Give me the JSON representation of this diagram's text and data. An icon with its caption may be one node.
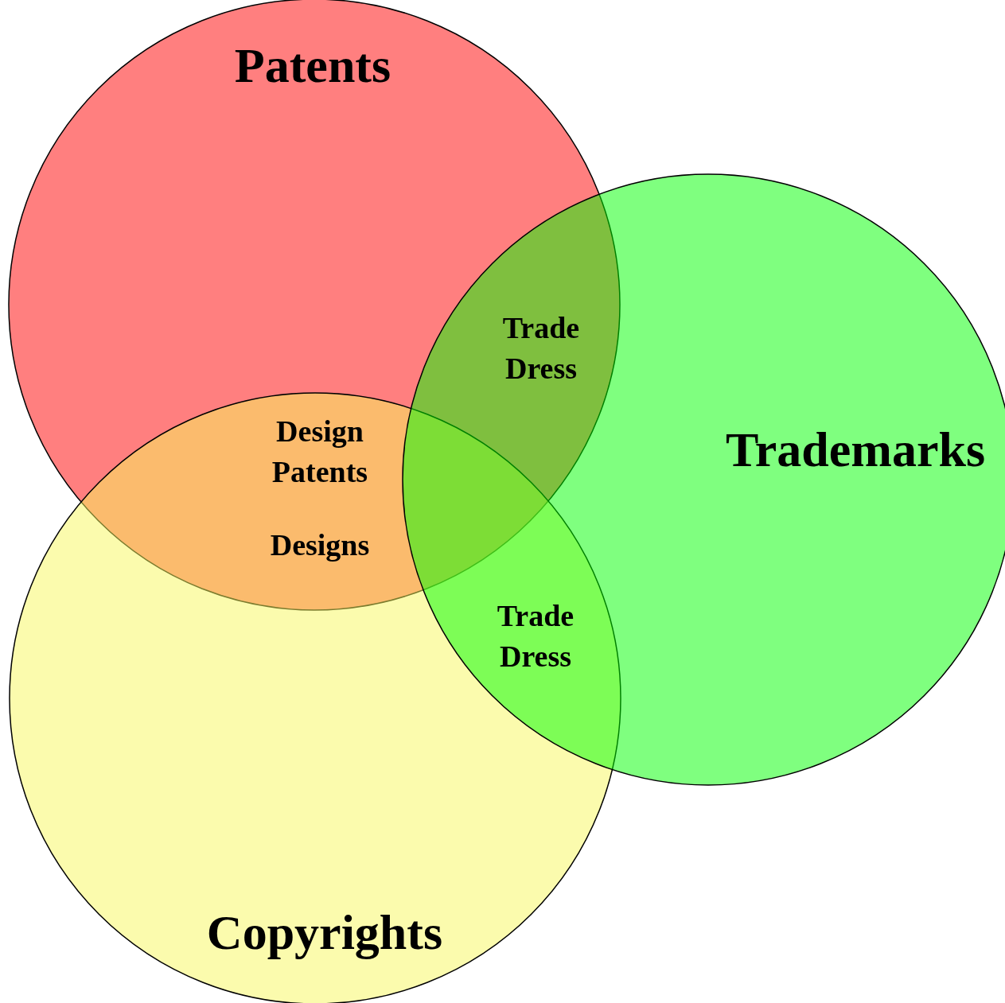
{
  "diagram": {
    "nodes": [
      {
        "text": [
          "Patents"
        ]
      },
      {
        "text": [
          "Trademarks"
        ]
      },
      {
        "text": [
          "Copyrights"
        ]
      }
    ],
    "edges": [],
    "labels": [
      "Trade Dress",
      "Design Patents",
      "Designs",
      "Trade Dress"
    ]
  }
}
